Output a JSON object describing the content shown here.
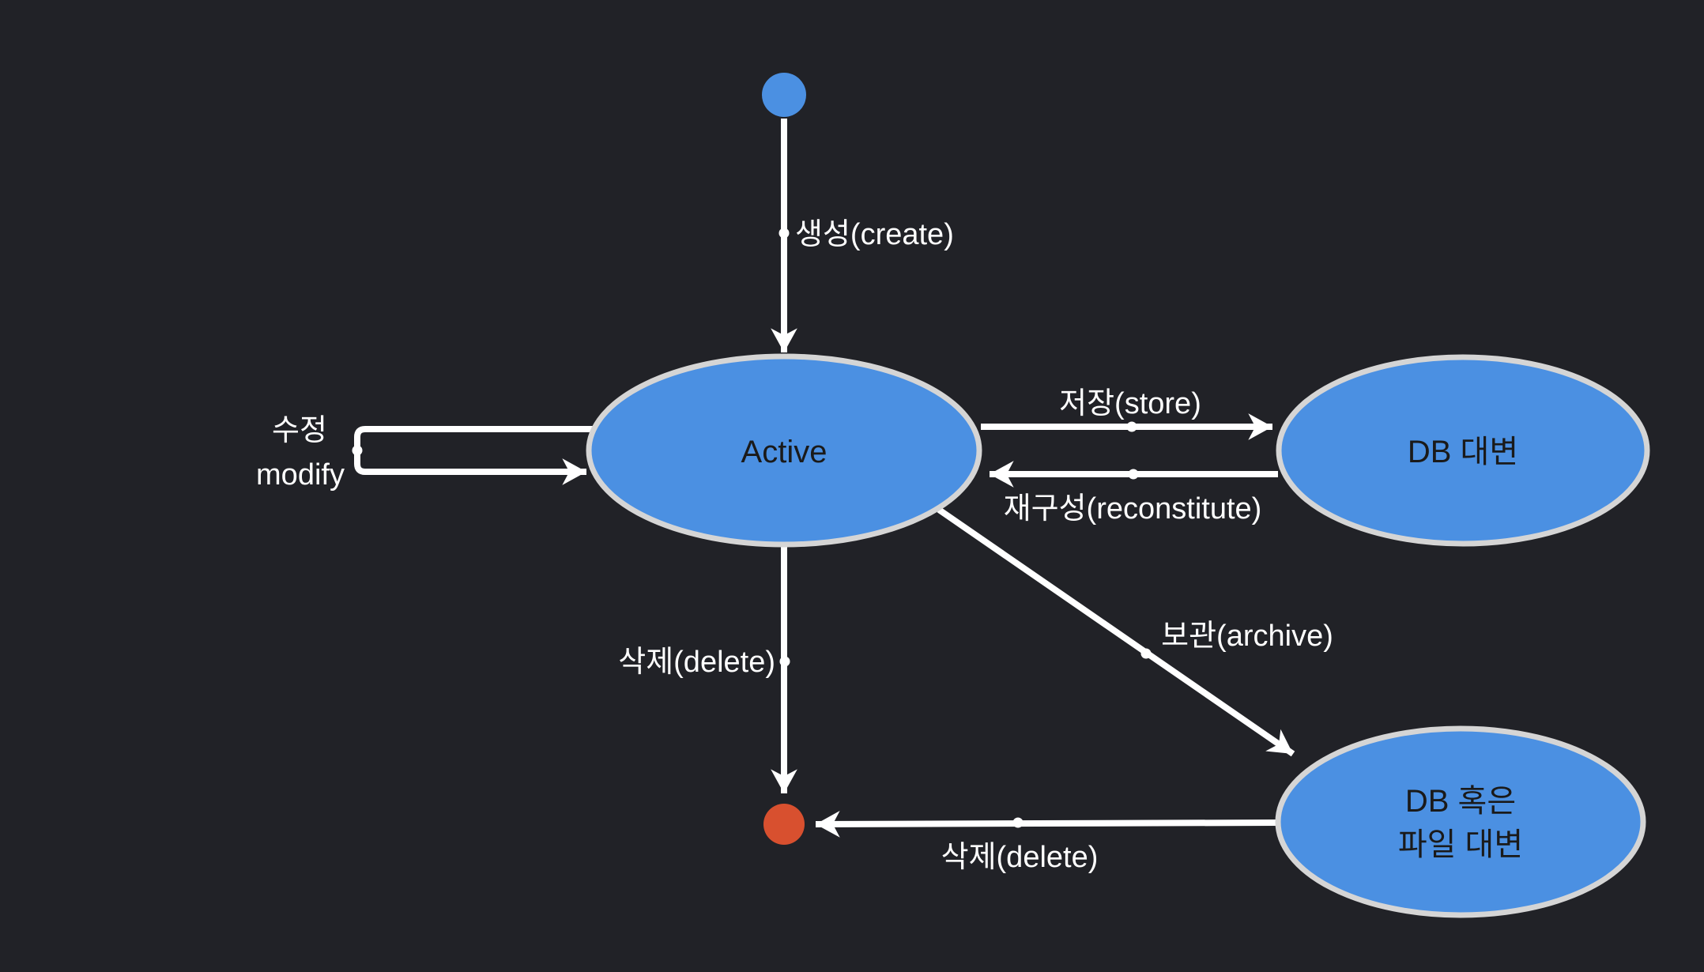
{
  "diagram": {
    "type": "uml-state-diagram",
    "description": "Object lifecycle state diagram with Korean labels",
    "colors": {
      "background": "#212227",
      "node_fill": "#4b90e2",
      "node_stroke": "#d5d5d5",
      "node_text": "#1a1a1a",
      "edge": "#ffffff",
      "label_text": "#ffffff",
      "initial_state_fill": "#4b90e2",
      "final_state_fill": "#d8502f"
    },
    "nodes": {
      "initial": {
        "kind": "initial-state"
      },
      "active": {
        "label": "Active"
      },
      "db": {
        "label": "DB 대변"
      },
      "db_or_file": {
        "line1": "DB 혹은",
        "line2": "파일 대변"
      },
      "final": {
        "kind": "final-state"
      }
    },
    "edges": {
      "create": {
        "label": "생성(create)",
        "from": "initial",
        "to": "active"
      },
      "modify": {
        "label_ko": "수정",
        "label_en": "modify",
        "from": "active",
        "to": "active"
      },
      "store": {
        "label": "저장(store)",
        "from": "active",
        "to": "db"
      },
      "reconstitute": {
        "label": "재구성(reconstitute)",
        "from": "db",
        "to": "active"
      },
      "delete_active": {
        "label": "삭제(delete)",
        "from": "active",
        "to": "final"
      },
      "archive": {
        "label": "보관(archive)",
        "from": "active",
        "to": "db_or_file"
      },
      "delete_archived": {
        "label": "삭제(delete)",
        "from": "db_or_file",
        "to": "final"
      }
    }
  }
}
